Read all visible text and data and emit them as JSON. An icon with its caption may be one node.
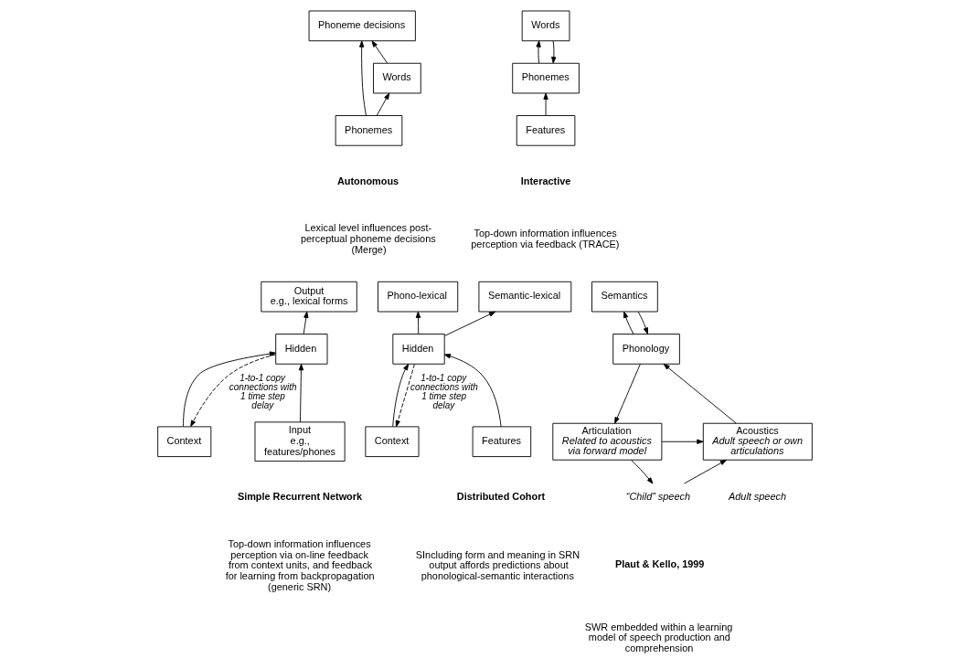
{
  "diagram": {
    "nodes": [
      {
        "text": [
          "Words"
        ]
      },
      {
        "text": [
          "Phonemes"
        ]
      },
      {
        "text": [
          "Features"
        ]
      },
      {
        "text": [
          "Phoneme decisions"
        ]
      },
      {
        "text": [
          "Words"
        ]
      },
      {
        "text": [
          "Phonemes"
        ]
      },
      {
        "text": [
          "Output",
          "e.g., lexical forms"
        ]
      },
      {
        "text": [
          "Hidden"
        ]
      },
      {
        "text": [
          "Input",
          "e.g., features/phones"
        ]
      },
      {
        "text": [
          "Context"
        ]
      },
      {
        "text": [
          "Phono-lexical"
        ]
      },
      {
        "text": [
          "Semantic-lexical"
        ]
      },
      {
        "text": [
          "Hidden"
        ]
      },
      {
        "text": [
          "Features"
        ]
      },
      {
        "text": [
          "Context"
        ]
      },
      {
        "text": [
          "Semantics"
        ]
      },
      {
        "text": [
          "Phonology"
        ]
      },
      {
        "text": [
          "Acoustics",
          "Adult speech or own articulations"
        ]
      },
      {
        "text": [
          "Articulation",
          "Related to acoustics via forward model"
        ]
      },
      {
        "text": [
          "“Child” speech"
        ]
      }
    ],
    "edges": [
      {
        "from": 1,
        "to": 0,
        "arrow": "to"
      },
      {
        "from": 0,
        "to": 1,
        "arrow": "to"
      },
      {
        "from": 2,
        "to": 1,
        "arrow": "to"
      },
      {
        "from": 5,
        "to": 4,
        "arrow": "to"
      },
      {
        "from": 4,
        "to": 3,
        "arrow": "to"
      },
      {
        "from": 5,
        "to": 3,
        "arrow": "to"
      },
      {
        "from": 7,
        "to": 6,
        "arrow": "to"
      },
      {
        "from": 8,
        "to": 7,
        "arrow": "to"
      },
      {
        "from": 9,
        "to": 7,
        "arrow": "to"
      },
      {
        "from": 7,
        "to": 9,
        "arrow": "to",
        "style": "dashed",
        "label": "1-to-1 copy connections with 1 time step delay"
      },
      {
        "from": 12,
        "to": 10,
        "arrow": "to"
      },
      {
        "from": 12,
        "to": 11,
        "arrow": "to"
      },
      {
        "from": 13,
        "to": 12,
        "arrow": "to"
      },
      {
        "from": 14,
        "to": 12,
        "arrow": "to"
      },
      {
        "from": 12,
        "to": 14,
        "arrow": "to",
        "style": "dashed",
        "label": "1-to-1 copy connections with 1 time step delay"
      },
      {
        "from": 16,
        "to": 15,
        "arrow": "to"
      },
      {
        "from": 15,
        "to": 16,
        "arrow": "to"
      },
      {
        "from": 17,
        "to": 16,
        "arrow": "to"
      },
      {
        "from": 16,
        "to": 18,
        "arrow": "to"
      },
      {
        "from": 18,
        "to": 17,
        "arrow": "to"
      },
      {
        "from": 18,
        "to": 19,
        "arrow": "to"
      },
      {
        "from": 19,
        "to": 17,
        "arrow": "to"
      }
    ],
    "labels": [
      "Interactive",
      "Top-down information influences perception via feedback (TRACE)",
      "Autonomous",
      "Lexical level influences post-perceptual phoneme decisions (Merge)",
      "Simple Recurrent Network",
      "Top-down information influences perception via on-line feedback from context units, and feedback for learning from backpropagation (generic SRN)",
      "Distributed Cohort",
      "SIncluding form and meaning in SRN output affords predictions about phonological-semantic interactions",
      "Plaut & Kello, 1999",
      "SWR embedded within a learning model of speech production and comprehension",
      "Adult speech"
    ]
  }
}
